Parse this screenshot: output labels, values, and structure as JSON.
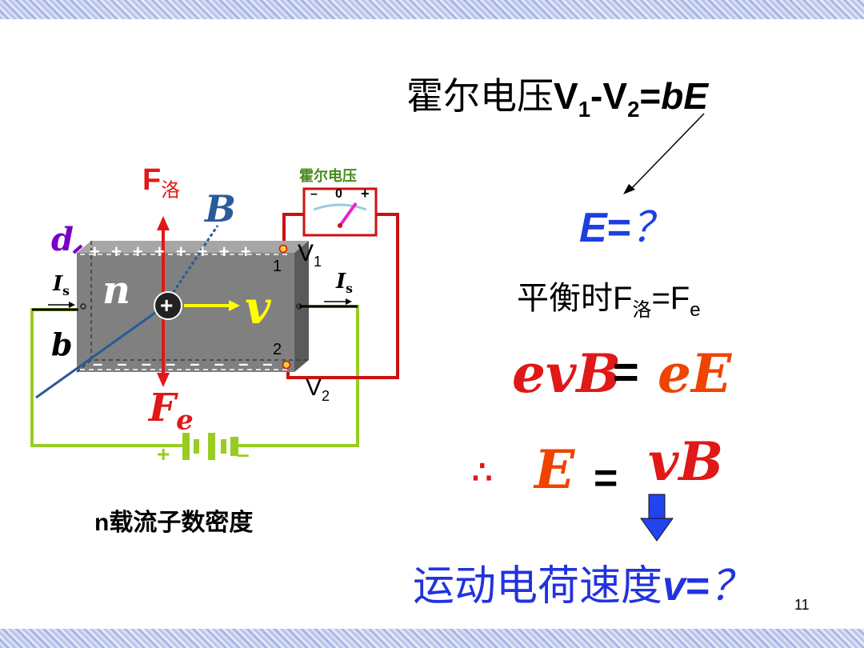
{
  "colors": {
    "plate": "#808080",
    "plate_side": "#5c5c5c",
    "plate_top": "#a0a0a0",
    "red": "#e01818",
    "circuit_red": "#cc1111",
    "green": "#99cc22",
    "blue_b": "#2a5a9a",
    "purple": "#7a00c8",
    "yellow": "#ffff00",
    "e_blue": "#1e3fe0",
    "orange": "#ee4400",
    "text_blue": "#2233dd",
    "meter_green": "#4a8a20",
    "arrow_blue": "#2244ee"
  },
  "left_diagram": {
    "f_luo": "F",
    "f_luo_sub": "洛",
    "b_label": "B",
    "d_label": "d",
    "n_label": "n",
    "v_label": "v",
    "b_side": "b",
    "is_left": "I",
    "is_left_sub": "s",
    "is_right": "I",
    "is_right_sub": "s",
    "fe_label": "F",
    "fe_sub": "e",
    "point_1": "1",
    "point_2": "2",
    "v1": "V",
    "v1_sub": "1",
    "v2": "V",
    "v2_sub": "2",
    "plus_charges": "+ + + + + + + +",
    "minus_charges": "– – – – – – – –",
    "charge_symbol": "+",
    "meter_title": "霍尔电压",
    "meter_minus": "–",
    "meter_zero": "0",
    "meter_plus": "+",
    "battery_plus": "+",
    "battery_minus": "–",
    "caption": "n载流子数密度"
  },
  "right_panel": {
    "hall_voltage_prefix": "霍尔电压",
    "v_1": "V",
    "sub_1": "1",
    "dash": "-",
    "v_2": "V",
    "sub_2": "2",
    "equals_be": "=",
    "be": "bE",
    "e_question_e": "E",
    "e_question_eq": "=",
    "e_question_q": "？",
    "balance_prefix": "平衡时F",
    "balance_sub1": "洛",
    "balance_mid": "=F",
    "balance_sub2": "e",
    "evb": "evB",
    "equals": "=",
    "ee": "eE",
    "therefore": "∴",
    "e_result": "E",
    "equals2": "=",
    "vb": "vB",
    "bottom_text": "运动电荷速度",
    "bottom_v": "v",
    "bottom_eq": "=",
    "bottom_q": "？"
  },
  "page_number": "11"
}
